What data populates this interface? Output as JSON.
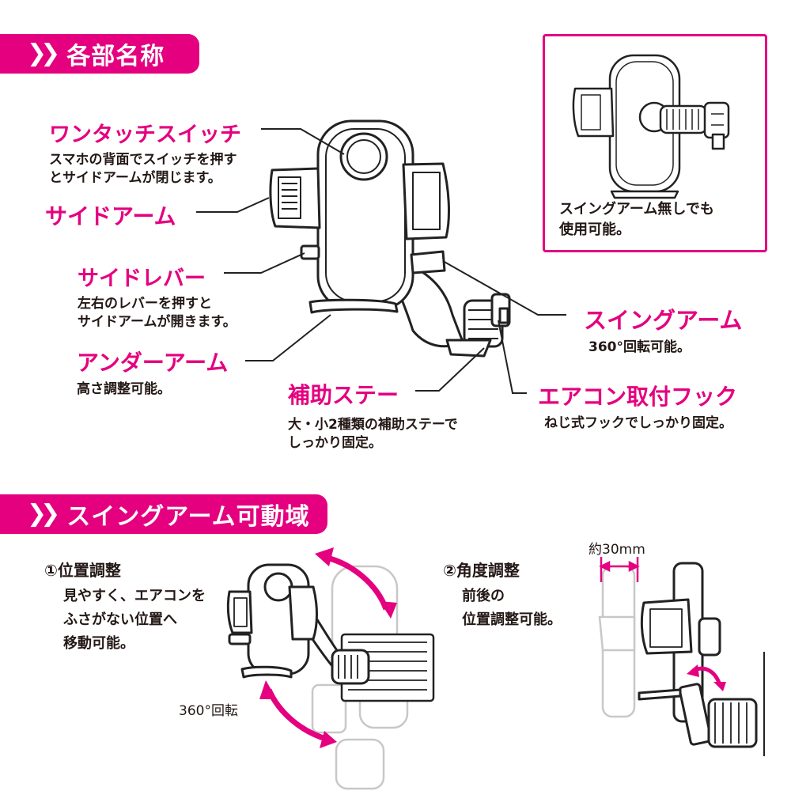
{
  "section1": {
    "title": "各部名称",
    "labels": {
      "one_touch": {
        "title": "ワンタッチスイッチ",
        "lines": [
          "スマホの背面でスイッチを押す",
          "とサイドアームが閉じます。"
        ]
      },
      "side_arm": {
        "title": "サイドアーム"
      },
      "side_lever": {
        "title": "サイドレバー",
        "lines": [
          "左右のレバーを押すと",
          "サイドアームが開きます。"
        ]
      },
      "under_arm": {
        "title": "アンダーアーム",
        "lines": [
          "高さ調整可能。"
        ]
      },
      "aux_stay": {
        "title": "補助ステー",
        "lines": [
          "大・小2種類の補助ステーで",
          "しっかり固定。"
        ]
      },
      "swing_arm": {
        "title": "スイングアーム",
        "lines": [
          "360°回転可能。"
        ]
      },
      "ac_hook": {
        "title": "エアコン取付フック",
        "lines": [
          "ねじ式フックでしっかり固定。"
        ]
      }
    },
    "inset_note": [
      "スイングアーム無しでも",
      "使用可能。"
    ]
  },
  "section2": {
    "title": "スイングアーム可動域",
    "position": {
      "title": "①位置調整",
      "lines": [
        "見やすく、エアコンを",
        "ふさがない位置へ",
        "移動可能。"
      ],
      "rotate_label": "360°回転"
    },
    "angle": {
      "title": "②角度調整",
      "lines": [
        "前後の",
        "位置調整可能。"
      ],
      "approx": "約30mm"
    }
  },
  "colors": {
    "accent": "#e4007f",
    "text": "#231815",
    "line": "#222222"
  },
  "icons": {
    "banner": "double-chevron-right-icon",
    "rotate": "curved-double-arrow-icon"
  }
}
